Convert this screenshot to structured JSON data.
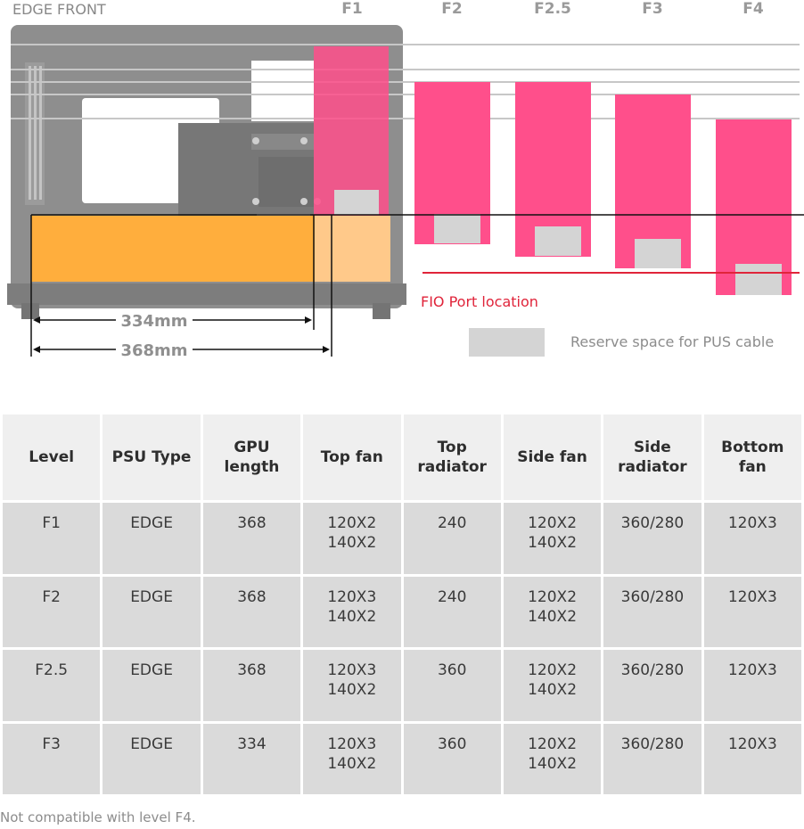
{
  "diagram": {
    "edge_front_label": "EDGE FRONT",
    "levels": [
      "F1",
      "F2",
      "F2.5",
      "F3",
      "F4"
    ],
    "dim_short": "334mm",
    "dim_long": "368mm",
    "fio_label": "FIO Port location",
    "legend_reserve": "Reserve space for PUS cable",
    "colors": {
      "radiator": "#ff4f8b",
      "psu_gpu": "#ffae3d",
      "fio": "#e0243a",
      "reserve": "#d4d4d4",
      "case": "#8e8e8e"
    }
  },
  "table": {
    "headers": [
      [
        "Level"
      ],
      [
        "PSU Type"
      ],
      [
        "GPU",
        "length"
      ],
      [
        "Top fan"
      ],
      [
        "Top",
        "radiator"
      ],
      [
        "Side fan"
      ],
      [
        "Side",
        "radiator"
      ],
      [
        "Bottom",
        "fan"
      ]
    ],
    "rows": [
      [
        [
          "F1"
        ],
        [
          "EDGE"
        ],
        [
          "368"
        ],
        [
          "120X2",
          "140X2"
        ],
        [
          "240"
        ],
        [
          "120X2",
          "140X2"
        ],
        [
          "360/280"
        ],
        [
          "120X3"
        ]
      ],
      [
        [
          "F2"
        ],
        [
          "EDGE"
        ],
        [
          "368"
        ],
        [
          "120X3",
          "140X2"
        ],
        [
          "240"
        ],
        [
          "120X2",
          "140X2"
        ],
        [
          "360/280"
        ],
        [
          "120X3"
        ]
      ],
      [
        [
          "F2.5"
        ],
        [
          "EDGE"
        ],
        [
          "368"
        ],
        [
          "120X3",
          "140X2"
        ],
        [
          "360"
        ],
        [
          "120X2",
          "140X2"
        ],
        [
          "360/280"
        ],
        [
          "120X3"
        ]
      ],
      [
        [
          "F3"
        ],
        [
          "EDGE"
        ],
        [
          "334"
        ],
        [
          "120X3",
          "140X2"
        ],
        [
          "360"
        ],
        [
          "120X2",
          "140X2"
        ],
        [
          "360/280"
        ],
        [
          "120X3"
        ]
      ]
    ]
  },
  "footnote": "Not compatible with level F4."
}
